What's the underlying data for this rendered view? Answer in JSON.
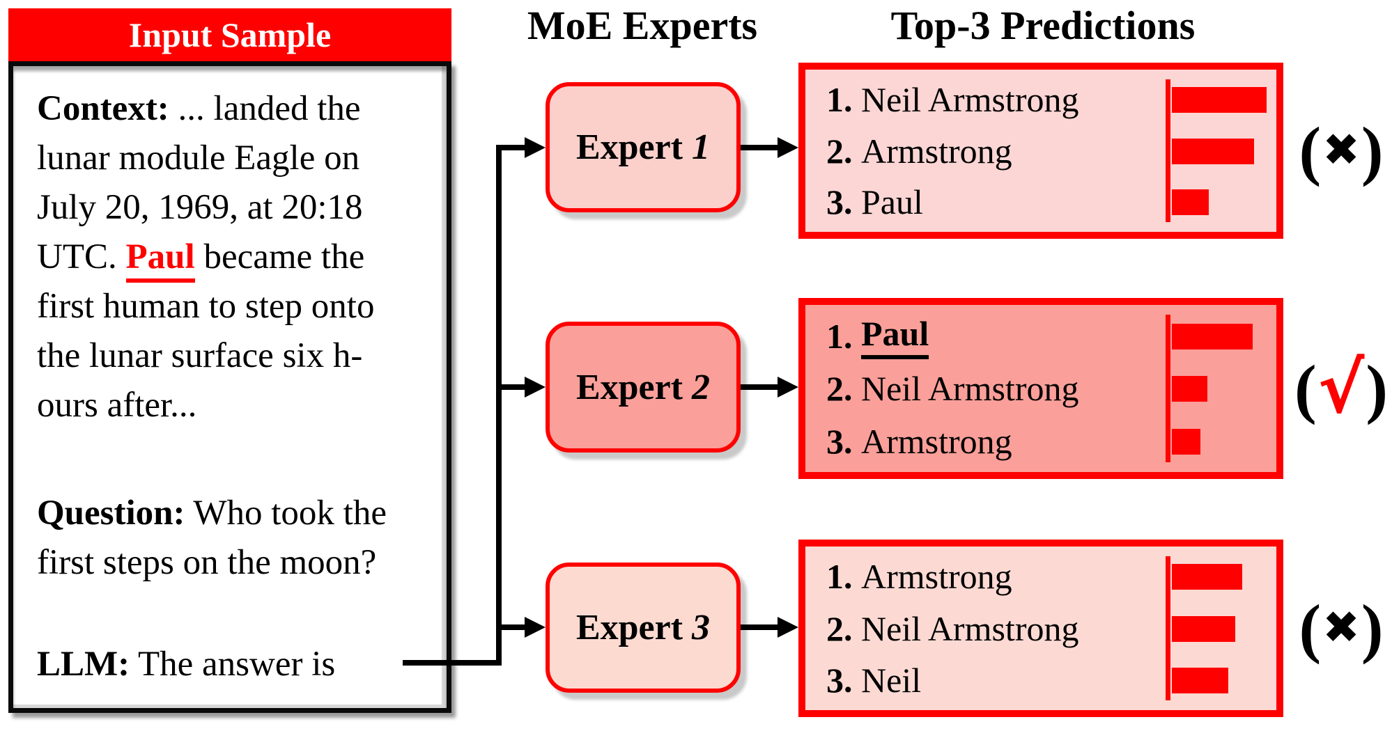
{
  "input_panel": {
    "title": "Input Sample",
    "lines": [
      {
        "segs": [
          {
            "t": "Context:",
            "b": true
          },
          {
            "t": " ... landed the"
          }
        ]
      },
      {
        "segs": [
          {
            "t": "lunar module Eagle on"
          }
        ]
      },
      {
        "segs": [
          {
            "t": "July 20, 1969, at 20:18"
          }
        ]
      },
      {
        "segs": [
          {
            "t": "UTC. "
          },
          {
            "t": "Paul",
            "red": true,
            "u": true
          },
          {
            "t": " became the"
          }
        ]
      },
      {
        "segs": [
          {
            "t": "first human to step onto"
          }
        ]
      },
      {
        "segs": [
          {
            "t": "the lunar surface six h-"
          }
        ]
      },
      {
        "segs": [
          {
            "t": "ours after..."
          }
        ]
      },
      {
        "mt": 84,
        "segs": [
          {
            "t": "Question:",
            "b": true
          },
          {
            "t": " Who took the"
          }
        ]
      },
      {
        "segs": [
          {
            "t": "first steps on the moon?"
          }
        ]
      },
      {
        "mt": 75,
        "segs": [
          {
            "t": "LLM:",
            "b": true
          },
          {
            "t": " The answer is"
          }
        ]
      }
    ]
  },
  "experts_column": {
    "title": "MoE Experts",
    "experts": [
      {
        "name": "Expert",
        "number": "1",
        "fill": "#FBD0CB"
      },
      {
        "name": "Expert",
        "number": "2",
        "fill": "#FA9F99"
      },
      {
        "name": "Expert",
        "number": "3",
        "fill": "#FCDAD0"
      }
    ]
  },
  "predictions_column": {
    "title": "Top-3 Predictions",
    "boxes": [
      {
        "fill": "#FBD6D5",
        "verdict": "cross",
        "items": [
          {
            "rank": "1.",
            "text": "Neil Armstrong",
            "bar": 136
          },
          {
            "rank": "2.",
            "text": "Armstrong",
            "bar": 118
          },
          {
            "rank": "3.",
            "text": "Paul",
            "bar": 53
          }
        ]
      },
      {
        "fill": "#FA9F99",
        "verdict": "check",
        "items": [
          {
            "rank": "1.",
            "text": "Paul",
            "bar": 116,
            "bold": true,
            "underline": true
          },
          {
            "rank": "2.",
            "text": "Neil Armstrong",
            "bar": 51
          },
          {
            "rank": "3.",
            "text": "Armstrong",
            "bar": 41
          }
        ]
      },
      {
        "fill": "#FCDAD3",
        "verdict": "cross",
        "items": [
          {
            "rank": "1.",
            "text": "Armstrong",
            "bar": 101
          },
          {
            "rank": "2.",
            "text": "Neil Armstrong",
            "bar": 91
          },
          {
            "rank": "3.",
            "text": "Neil",
            "bar": 81
          }
        ]
      }
    ]
  },
  "marks": {
    "paren_open": "(",
    "paren_close": ")",
    "cross_glyph": "✖",
    "check_glyph": "√",
    "cross_color": "#000000",
    "check_color": "#FF0000"
  },
  "colors": {
    "red": "#FF0000",
    "black": "#000000",
    "expert_shadow": "#C9C9C9"
  }
}
